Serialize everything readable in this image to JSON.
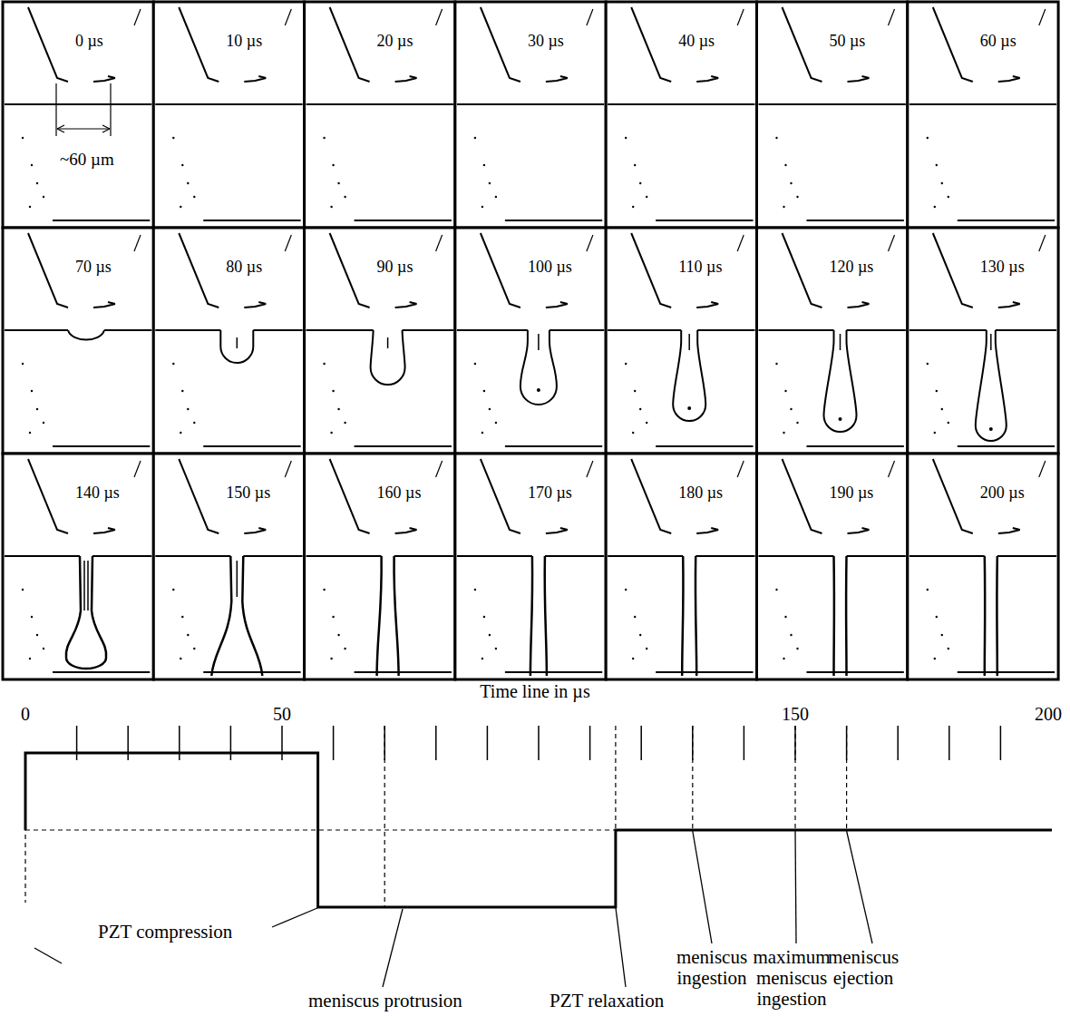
{
  "diagram": {
    "labels": [
      "0 µs",
      "10 µs",
      "20 µs",
      "30 µs",
      "40 µs",
      "50 µs",
      "60 µs",
      "70 µs",
      "80 µs",
      "90 µs",
      "100 µs",
      "110 µs",
      "120 µs",
      "130 µs",
      "140 µs",
      "150 µs",
      "160 µs",
      "170 µs",
      "180 µs",
      "190 µs",
      "200 µs",
      "~60 µm",
      "Time line in µs",
      "0",
      "50",
      "150",
      "200",
      "PZT compression",
      "meniscus protrusion",
      "PZT relaxation",
      "meniscus ingestion",
      "maximum meniscus ingestion",
      "meniscus ejection"
    ]
  }
}
